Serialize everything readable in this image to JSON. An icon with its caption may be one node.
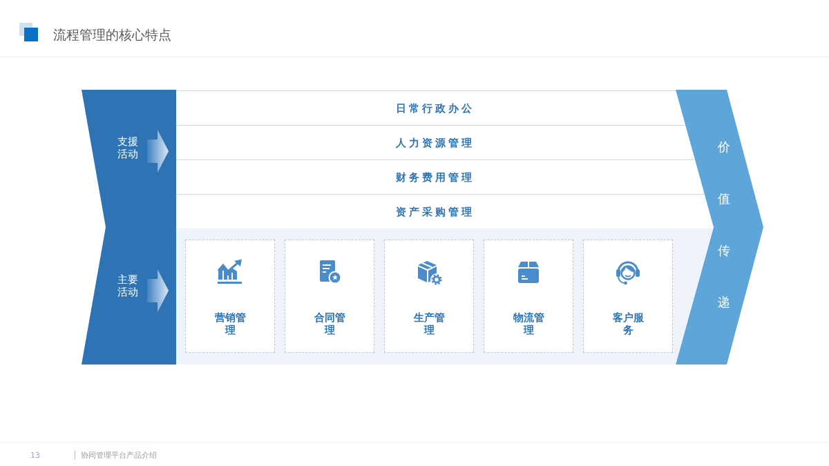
{
  "diagram": {
    "title": "流程管理的核心特点",
    "nodes": [
      {
        "text": [
          "支援活动",
          "主要活动"
        ]
      },
      {
        "text": [
          "日常行政办公"
        ]
      },
      {
        "text": [
          "人力资源管理"
        ]
      },
      {
        "text": [
          "财务费用管理"
        ]
      },
      {
        "text": [
          "资产采购管理"
        ]
      },
      {
        "text": [],
        "shape": "box"
      },
      {
        "text": [
          "营销管理"
        ],
        "in": 5
      },
      {
        "text": [
          "合同管理"
        ],
        "in": 5
      },
      {
        "text": [
          "生产管理"
        ],
        "in": 5
      },
      {
        "text": [
          "物流管理"
        ],
        "in": 5
      },
      {
        "text": [
          "客户服务"
        ],
        "in": 5
      },
      {
        "text": [
          "价值传递"
        ]
      }
    ],
    "labels": [
      "13",
      "协同管理平台产品介绍"
    ]
  }
}
